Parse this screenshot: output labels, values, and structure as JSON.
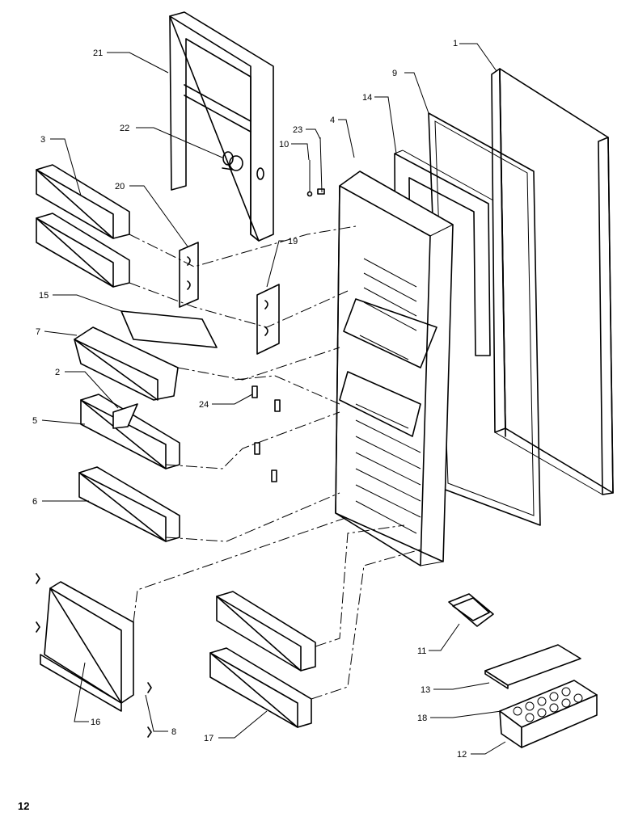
{
  "figure": {
    "page_number": "12",
    "callouts": [
      {
        "id": "c1",
        "label": "1"
      },
      {
        "id": "c2",
        "label": "2"
      },
      {
        "id": "c3",
        "label": "3"
      },
      {
        "id": "c4",
        "label": "4"
      },
      {
        "id": "c5",
        "label": "5"
      },
      {
        "id": "c6",
        "label": "6"
      },
      {
        "id": "c7",
        "label": "7"
      },
      {
        "id": "c8",
        "label": "8"
      },
      {
        "id": "c9",
        "label": "9"
      },
      {
        "id": "c10",
        "label": "10"
      },
      {
        "id": "c11",
        "label": "11"
      },
      {
        "id": "c12",
        "label": "12"
      },
      {
        "id": "c13",
        "label": "13"
      },
      {
        "id": "c14",
        "label": "14"
      },
      {
        "id": "c15",
        "label": "15"
      },
      {
        "id": "c16",
        "label": "16"
      },
      {
        "id": "c17",
        "label": "17"
      },
      {
        "id": "c18",
        "label": "18"
      },
      {
        "id": "c19",
        "label": "19"
      },
      {
        "id": "c20",
        "label": "20"
      },
      {
        "id": "c21",
        "label": "21"
      },
      {
        "id": "c22",
        "label": "22"
      },
      {
        "id": "c23",
        "label": "23"
      },
      {
        "id": "c24",
        "label": "24"
      }
    ]
  }
}
